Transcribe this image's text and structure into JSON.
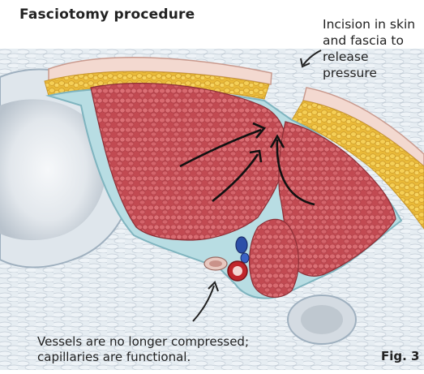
{
  "title": "Fasciotomy procedure",
  "annotations": {
    "incision": "Incision in skin\nand fascia to\nrelease pressure",
    "vessels": "Vessels are no longer compressed;\ncapillaries are functional."
  },
  "figure_label": "Fig. 3",
  "colors": {
    "muscle": "#c9525a",
    "muscle_cell": "#d96a70",
    "fat": "#f0c040",
    "skin": "#f2d7cf",
    "fascia": "#b8dde3",
    "bone": "#e8eef3",
    "artery": "#c0262b",
    "vein": "#2c4fa8",
    "text": "#222222"
  }
}
